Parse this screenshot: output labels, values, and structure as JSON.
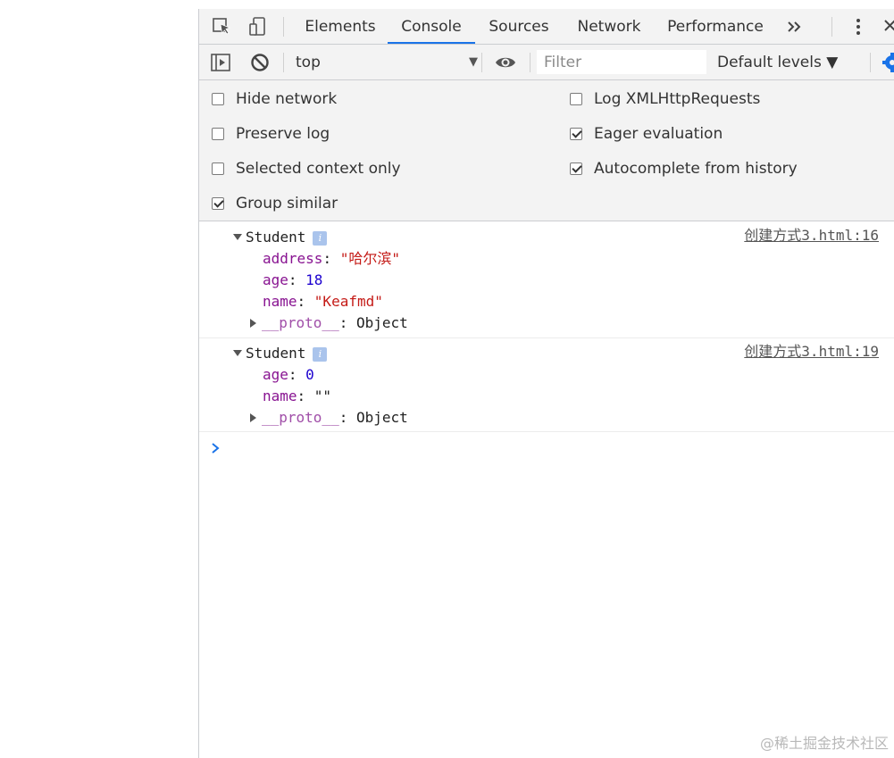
{
  "tabs": [
    {
      "label": "Elements"
    },
    {
      "label": "Console"
    },
    {
      "label": "Sources"
    },
    {
      "label": "Network"
    },
    {
      "label": "Performance"
    }
  ],
  "toolbar": {
    "context": "top",
    "filter_placeholder": "Filter",
    "levels_label": "Default levels ▼"
  },
  "settings": {
    "hide_network": {
      "label": "Hide network",
      "checked": false
    },
    "preserve_log": {
      "label": "Preserve log",
      "checked": false
    },
    "selected_context_only": {
      "label": "Selected context only",
      "checked": false
    },
    "group_similar": {
      "label": "Group similar",
      "checked": true
    },
    "log_xhr": {
      "label": "Log XMLHttpRequests",
      "checked": false
    },
    "eager_evaluation": {
      "label": "Eager evaluation",
      "checked": true
    },
    "autocomplete_history": {
      "label": "Autocomplete from history",
      "checked": true
    }
  },
  "console": {
    "messages": [
      {
        "class_name": "Student",
        "source": "创建方式3.html:16",
        "props": [
          {
            "key": "address",
            "value": "\"哈尔滨\""
          },
          {
            "key": "age",
            "value": "18"
          },
          {
            "key": "name",
            "value": "\"Keafmd\""
          }
        ],
        "proto": {
          "key": "__proto__",
          "value": "Object"
        }
      },
      {
        "class_name": "Student",
        "source": "创建方式3.html:19",
        "props": [
          {
            "key": "age",
            "value": "0"
          },
          {
            "key": "name",
            "value": "\"\""
          }
        ],
        "proto": {
          "key": "__proto__",
          "value": "Object"
        }
      }
    ]
  },
  "watermark": "@稀土掘金技术社区",
  "colors": {
    "active_tab_underline": "#1a73e8",
    "prop_key": "#881391",
    "number": "#1c00cf",
    "string": "#c41a16",
    "settings_icon": "#1a73e8",
    "prompt": "#1a73e8"
  }
}
